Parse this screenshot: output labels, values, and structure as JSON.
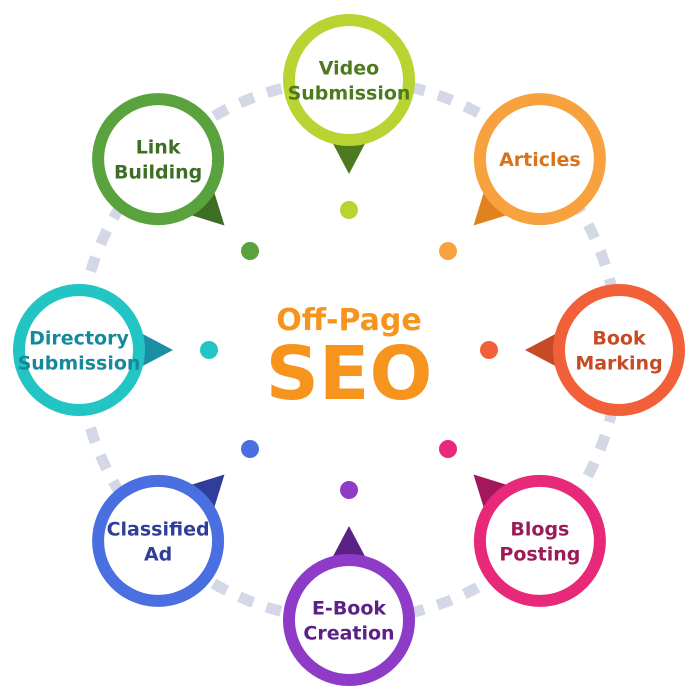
{
  "center": {
    "line1": "Off-Page",
    "line2": "SEO",
    "color": "#f7941d"
  },
  "connector_color": "#d4d8e6",
  "nodes": [
    {
      "id": "video-submission",
      "lines": [
        "Video",
        "Submission"
      ],
      "ring": "#b7d433",
      "text": "#4e7a1f",
      "pointer": "#4e7a1f",
      "dot": "#b7d433"
    },
    {
      "id": "articles",
      "lines": [
        "Articles"
      ],
      "ring": "#f7a23e",
      "text": "#d9731b",
      "pointer": "#e0831f",
      "dot": "#f7a23e"
    },
    {
      "id": "book-marking",
      "lines": [
        "Book",
        "Marking"
      ],
      "ring": "#f2603a",
      "text": "#c74a25",
      "pointer": "#c74a25",
      "dot": "#f2603a"
    },
    {
      "id": "blogs-posting",
      "lines": [
        "Blogs",
        "Posting"
      ],
      "ring": "#e8297a",
      "text": "#9b1b58",
      "pointer": "#a3175d",
      "dot": "#e8297a"
    },
    {
      "id": "e-book-creation",
      "lines": [
        "E-Book",
        "Creation"
      ],
      "ring": "#8e3bc7",
      "text": "#5b2185",
      "pointer": "#5b2185",
      "dot": "#8e3bc7"
    },
    {
      "id": "classified-ad",
      "lines": [
        "Classified",
        "Ad"
      ],
      "ring": "#4a6fe0",
      "text": "#2f3e9a",
      "pointer": "#2f3e9a",
      "dot": "#4a6fe0"
    },
    {
      "id": "directory-submission",
      "lines": [
        "Directory",
        "Submission"
      ],
      "ring": "#23c4c4",
      "text": "#15899a",
      "pointer": "#1a8fa3",
      "dot": "#23c4c4"
    },
    {
      "id": "link-building",
      "lines": [
        "Link",
        "Building"
      ],
      "ring": "#5aa23d",
      "text": "#3d6e24",
      "pointer": "#3d6e24",
      "dot": "#5aa23d"
    }
  ]
}
